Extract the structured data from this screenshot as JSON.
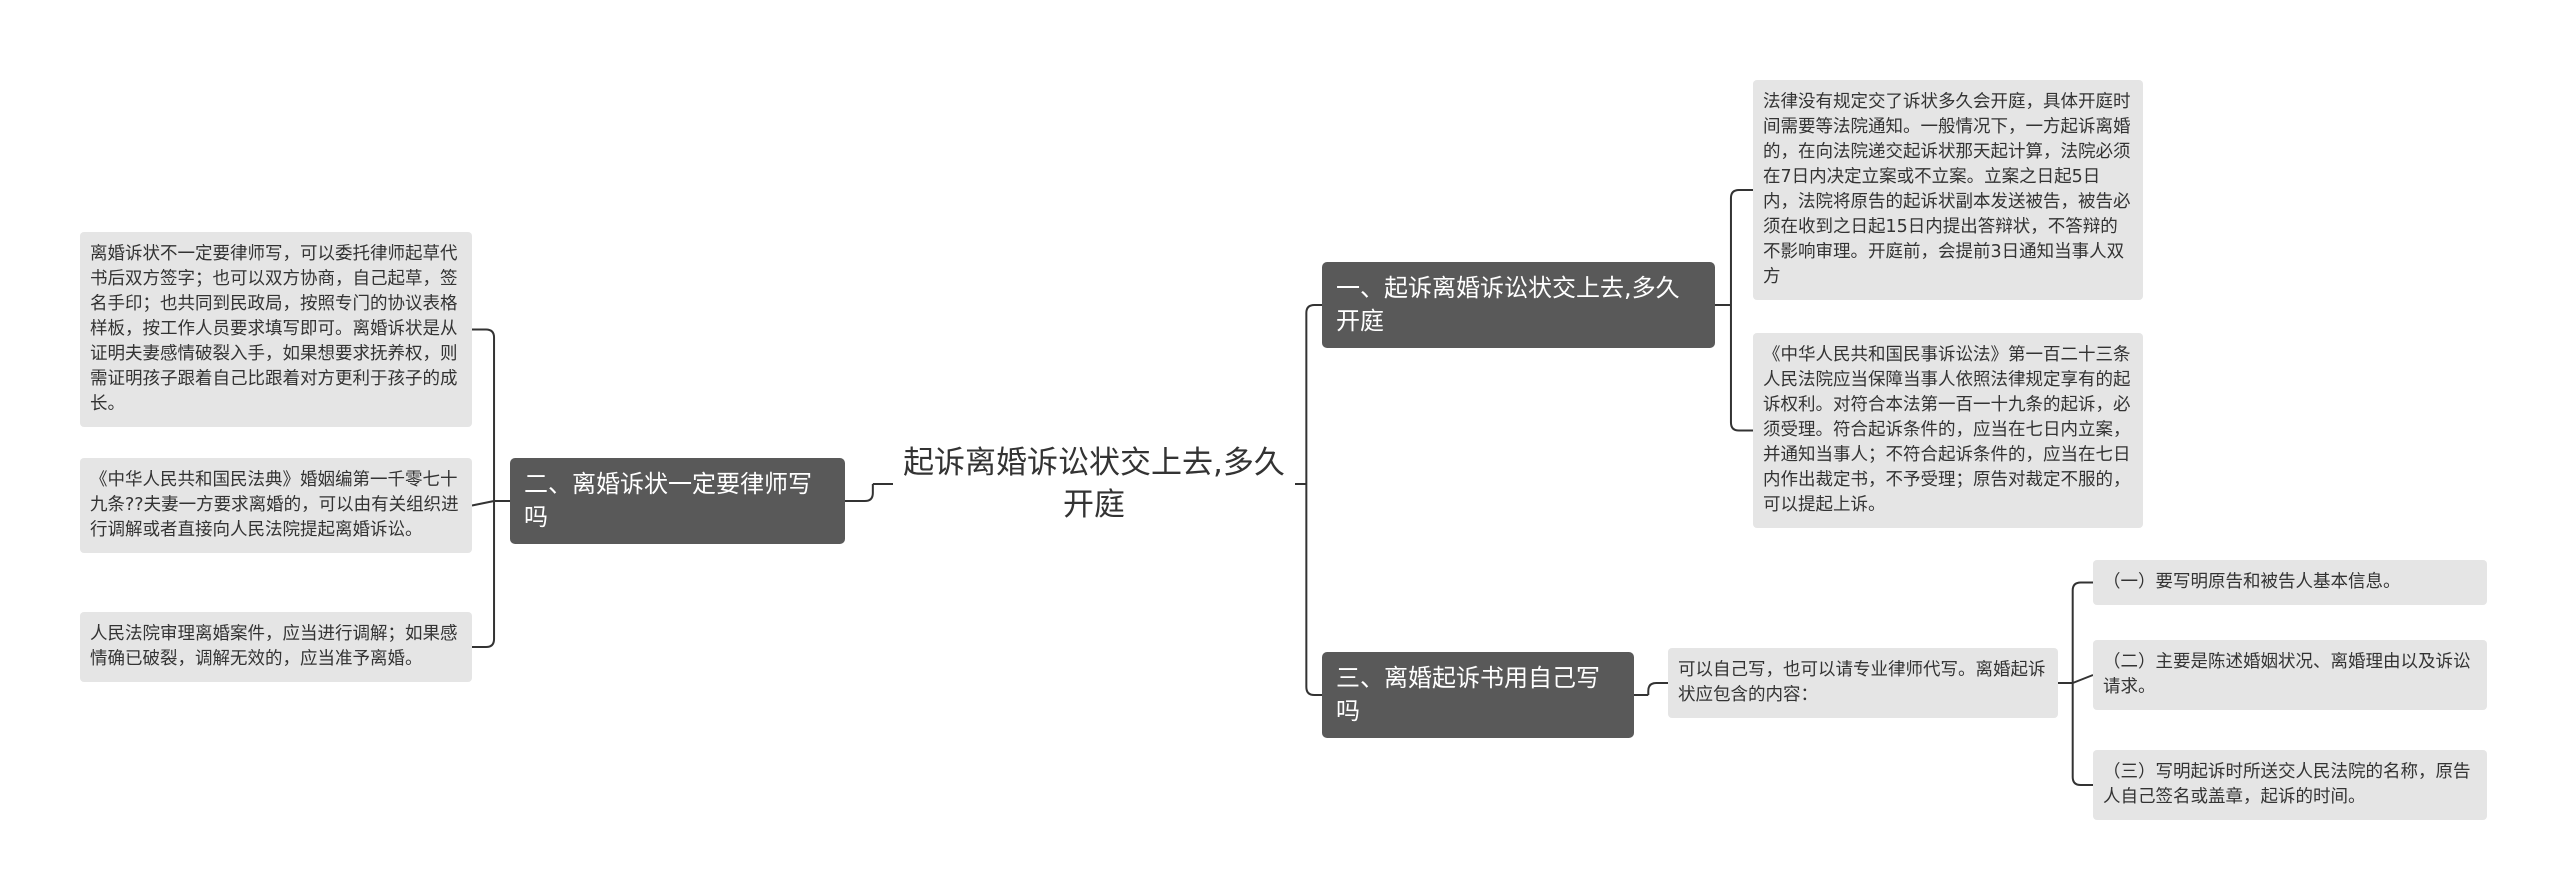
{
  "root": {
    "title": "起诉离婚诉讼状交上去,多久开庭"
  },
  "branches": [
    {
      "label": "一、起诉离婚诉讼状交上去,多久开庭",
      "children": [
        "法律没有规定交了诉状多久会开庭，具体开庭时间需要等法院通知。一般情况下，一方起诉离婚的，在向法院递交起诉状那天起计算，法院必须在7日内决定立案或不立案。立案之日起5日内，法院将原告的起诉状副本发送被告，被告必须在收到之日起15日内提出答辩状，不答辩的不影响审理。开庭前，会提前3日通知当事人双方",
        "《中华人民共和国民事诉讼法》第一百二十三条人民法院应当保障当事人依照法律规定享有的起诉权利。对符合本法第一百一十九条的起诉，必须受理。符合起诉条件的，应当在七日内立案，并通知当事人；不符合起诉条件的，应当在七日内作出裁定书，不予受理；原告对裁定不服的，可以提起上诉。"
      ]
    },
    {
      "label": "二、离婚诉状一定要律师写吗",
      "children": [
        "离婚诉状不一定要律师写，可以委托律师起草代书后双方签字；也可以双方协商，自己起草，签名手印；也共同到民政局，按照专门的协议表格样板，按工作人员要求填写即可。离婚诉状是从证明夫妻感情破裂入手，如果想要求抚养权，则需证明孩子跟着自己比跟着对方更利于孩子的成长。",
        "《中华人民共和国民法典》婚姻编第一千零七十九条??夫妻一方要求离婚的，可以由有关组织进行调解或者直接向人民法院提起离婚诉讼。",
        "人民法院审理离婚案件，应当进行调解；如果感情确已破裂，调解无效的，应当准予离婚。"
      ]
    },
    {
      "label": "三、离婚起诉书用自己写吗",
      "children": [
        "可以自己写，也可以请专业律师代写。离婚起诉状应包含的内容："
      ],
      "sub_items": [
        "（一）要写明原告和被告人基本信息。",
        "（二）主要是陈述婚姻状况、离婚理由以及诉讼请求。",
        "（三）写明起诉时所送交人民法院的名称，原告人自己签名或盖章，起诉的时间。"
      ]
    }
  ]
}
